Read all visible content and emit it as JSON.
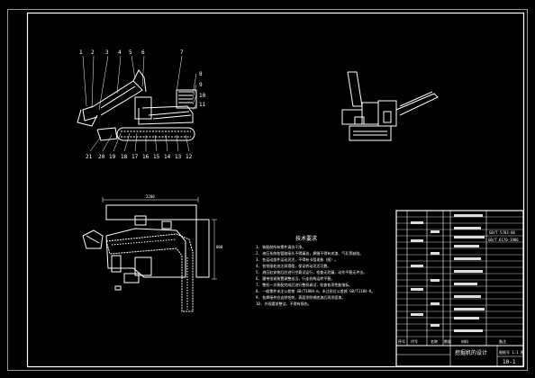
{
  "drawing": {
    "balloons_top": [
      "1",
      "2",
      "3",
      "4",
      "5",
      "6",
      "7"
    ],
    "balloons_right": [
      "8",
      "9",
      "10",
      "11"
    ],
    "balloons_bottom": [
      "21",
      "20",
      "19",
      "18",
      "17",
      "16",
      "15",
      "14",
      "13",
      "12"
    ],
    "dim_plan_width": "2200",
    "dim_plan_height": "800"
  },
  "notes": {
    "title": "技术要求",
    "items": [
      "1. 装配前所有零件清洗干净。",
      "2. 液压系统各管路接头不得漏油，焊缝不得有夹渣、气孔等缺陷。",
      "3. 各运动部件运动灵活，不得有卡阻现象（图）。",
      "4. 各铰接处加注润滑脂，保证转动灵活可靠。",
      "5. 液压缸安装后应进行空载试运行，检查无泄漏，动作平稳无冲击。",
      "6. 履带张紧装置调整适当，行走机构运转平稳。",
      "7. 整机一次装配完成后进行整机调试，检查各项性能指标。",
      "8. 一般零件未注公差按 GB/T1804-m，未注形位公差按 GB/T1184-K。",
      "9. 各焊接件应去除毛刺，表面涂防锈底漆后再涂面漆。",
      "10. 外观要求整洁，不得有损伤。"
    ]
  },
  "title_block": {
    "title": "挖掘机的设计",
    "drawing_number": "10-1",
    "scale": "图纸号 1:1 图",
    "header_code": "GB/T 5783-86",
    "header_code2": "GB/T 6170-1986",
    "col_headers": [
      "序号",
      "代号",
      "名称",
      "数量",
      "材料",
      "备注"
    ]
  },
  "colors": {
    "background": "#000000",
    "line": "#ffffff",
    "detail": "#dddddd"
  }
}
